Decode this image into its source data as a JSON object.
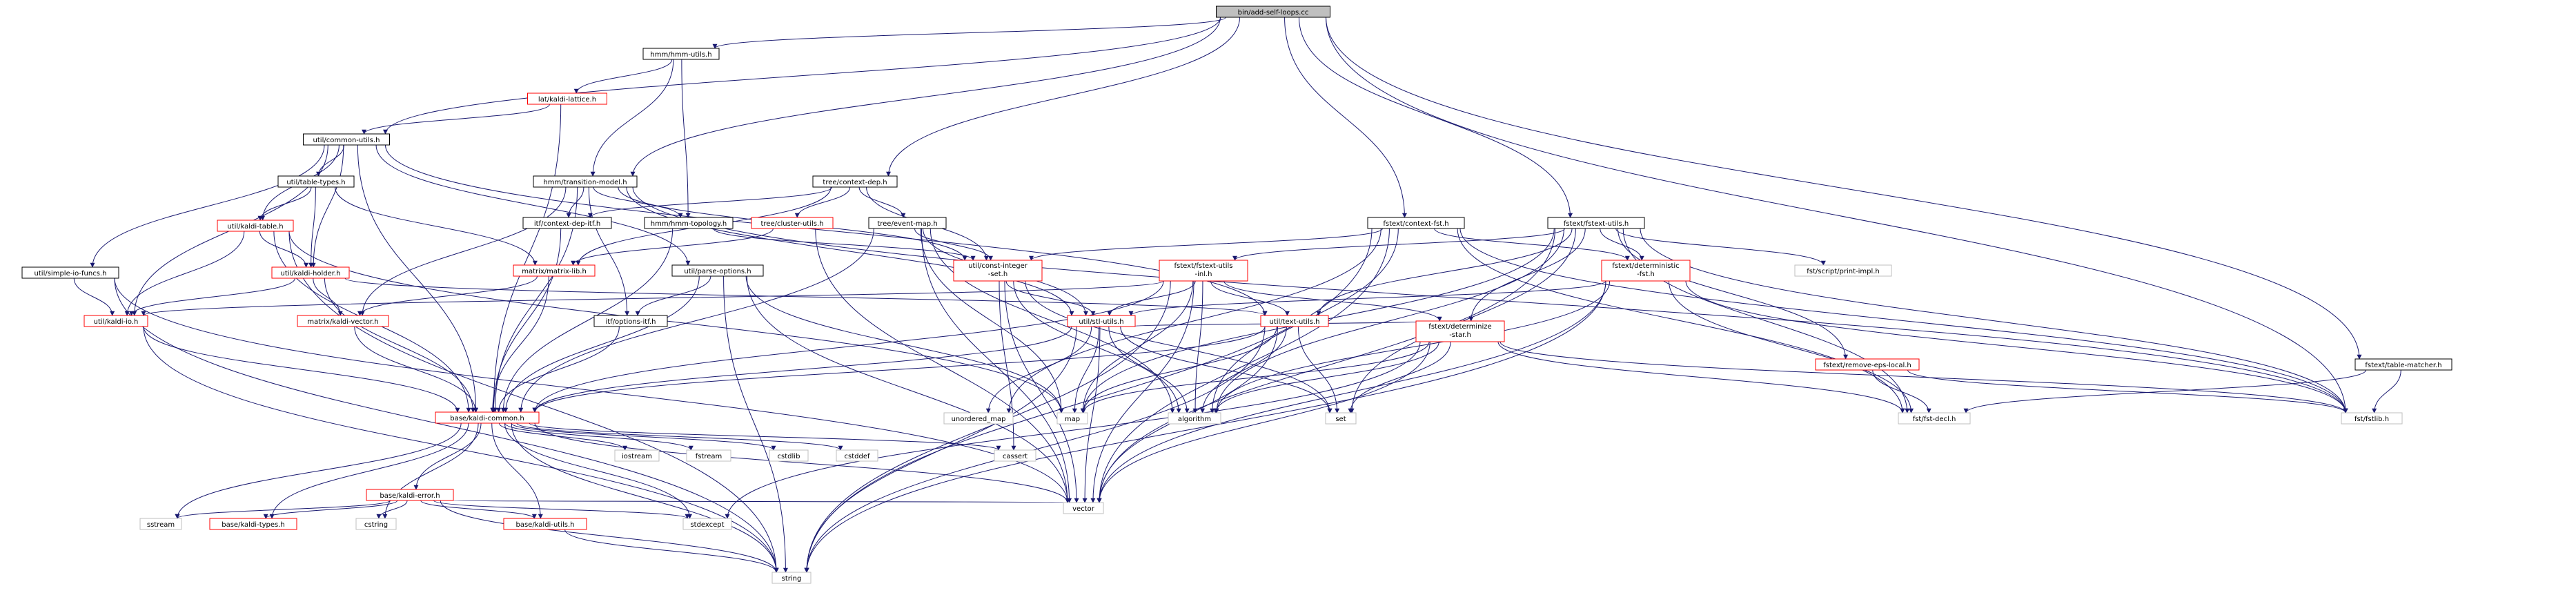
{
  "diagram": {
    "colors": {
      "background": "#ffffff",
      "edge": "#191970",
      "node_border": "#000000",
      "node_fill": "#ffffff",
      "root_fill": "#bfbfbf",
      "link_text": "#000000",
      "warn_text": "#ff0000"
    },
    "nodes": [
      {
        "id": "root",
        "label": "bin/add-self-loops.cc",
        "style": "root"
      },
      {
        "id": "hmm_utils",
        "label": "hmm/hmm-utils.h",
        "style": "normal"
      },
      {
        "id": "lat_kaldi_lattice",
        "label": "lat/kaldi-lattice.h",
        "style": "red"
      },
      {
        "id": "util_common_utils",
        "label": "util/common-utils.h",
        "style": "normal"
      },
      {
        "id": "util_table_types",
        "label": "util/table-types.h",
        "style": "normal"
      },
      {
        "id": "util_kaldi_table",
        "label": "util/kaldi-table.h",
        "style": "red"
      },
      {
        "id": "util_kaldi_holder",
        "label": "util/kaldi-holder.h",
        "style": "red"
      },
      {
        "id": "util_simple_io_funcs",
        "label": "util/simple-io-funcs.h",
        "style": "normal"
      },
      {
        "id": "util_kaldi_io",
        "label": "util/kaldi-io.h",
        "style": "red"
      },
      {
        "id": "hmm_transition_model",
        "label": "hmm/transition-model.h",
        "style": "normal"
      },
      {
        "id": "tree_context_dep",
        "label": "tree/context-dep.h",
        "style": "normal"
      },
      {
        "id": "itf_context_dep_itf",
        "label": "itf/context-dep-itf.h",
        "style": "normal"
      },
      {
        "id": "hmm_hmm_topology",
        "label": "hmm/hmm-topology.h",
        "style": "normal"
      },
      {
        "id": "tree_cluster_utils",
        "label": "tree/cluster-utils.h",
        "style": "red"
      },
      {
        "id": "tree_event_map",
        "label": "tree/event-map.h",
        "style": "normal"
      },
      {
        "id": "matrix_matrix_lib",
        "label": "matrix/matrix-lib.h",
        "style": "red"
      },
      {
        "id": "matrix_kaldi_vector",
        "label": "matrix/kaldi-vector.h",
        "style": "red"
      },
      {
        "id": "util_parse_options",
        "label": "util/parse-options.h",
        "style": "normal"
      },
      {
        "id": "itf_options_itf",
        "label": "itf/options-itf.h",
        "style": "normal"
      },
      {
        "id": "util_const_integer_set",
        "label": "util/const-integer-set.h",
        "style": "red",
        "lines": [
          "util/const-integer",
          "-set.h"
        ]
      },
      {
        "id": "fstext_context_fst",
        "label": "fstext/context-fst.h",
        "style": "normal"
      },
      {
        "id": "fstext_fstext_utils",
        "label": "fstext/fstext-utils.h",
        "style": "normal"
      },
      {
        "id": "fstext_fstext_utils_inl",
        "label": "fstext/fstext-utils-inl.h",
        "style": "red",
        "lines": [
          "fstext/fstext-utils",
          "-inl.h"
        ]
      },
      {
        "id": "util_stl_utils",
        "label": "util/stl-utils.h",
        "style": "red"
      },
      {
        "id": "util_text_utils",
        "label": "util/text-utils.h",
        "style": "red"
      },
      {
        "id": "fstext_deterministic_fst",
        "label": "fstext/deterministic-fst.h",
        "style": "red",
        "lines": [
          "fstext/deterministic",
          "-fst.h"
        ]
      },
      {
        "id": "fstext_determinize_star",
        "label": "fstext/determinize-star.h",
        "style": "red",
        "lines": [
          "fstext/determinize",
          "-star.h"
        ]
      },
      {
        "id": "fst_script_print_impl",
        "label": "fst/script/print-impl.h",
        "style": "gray"
      },
      {
        "id": "fstext_remove_eps_local",
        "label": "fstext/remove-eps-local.h",
        "style": "red"
      },
      {
        "id": "fstext_table_matcher",
        "label": "fstext/table-matcher.h",
        "style": "normal"
      },
      {
        "id": "fst_fst_decl",
        "label": "fst/fst-decl.h",
        "style": "gray"
      },
      {
        "id": "fst_fstlib",
        "label": "fst/fstlib.h",
        "style": "gray"
      },
      {
        "id": "base_kaldi_common",
        "label": "base/kaldi-common.h",
        "style": "red"
      },
      {
        "id": "unordered_map",
        "label": "unordered_map",
        "style": "gray"
      },
      {
        "id": "map",
        "label": "map",
        "style": "gray"
      },
      {
        "id": "algorithm",
        "label": "algorithm",
        "style": "gray"
      },
      {
        "id": "set",
        "label": "set",
        "style": "gray"
      },
      {
        "id": "iostream",
        "label": "iostream",
        "style": "gray"
      },
      {
        "id": "fstream",
        "label": "fstream",
        "style": "gray"
      },
      {
        "id": "base_kaldi_error",
        "label": "base/kaldi-error.h",
        "style": "red"
      },
      {
        "id": "cstdlib",
        "label": "cstdlib",
        "style": "gray"
      },
      {
        "id": "cstddef",
        "label": "cstddef",
        "style": "gray"
      },
      {
        "id": "cassert",
        "label": "cassert",
        "style": "gray"
      },
      {
        "id": "sstream",
        "label": "sstream",
        "style": "gray"
      },
      {
        "id": "base_kaldi_types",
        "label": "base/kaldi-types.h",
        "style": "red"
      },
      {
        "id": "cstring",
        "label": "cstring",
        "style": "gray"
      },
      {
        "id": "base_kaldi_utils",
        "label": "base/kaldi-utils.h",
        "style": "red"
      },
      {
        "id": "stdexcept",
        "label": "stdexcept",
        "style": "gray"
      },
      {
        "id": "vector",
        "label": "vector",
        "style": "gray"
      },
      {
        "id": "string",
        "label": "string",
        "style": "gray"
      }
    ],
    "edges": [
      [
        "root",
        "hmm_utils"
      ],
      [
        "root",
        "util_common_utils"
      ],
      [
        "root",
        "hmm_transition_model"
      ],
      [
        "root",
        "tree_context_dep"
      ],
      [
        "root",
        "fstext_context_fst"
      ],
      [
        "root",
        "fstext_fstext_utils"
      ],
      [
        "root",
        "fstext_table_matcher"
      ],
      [
        "root",
        "fst_fstlib"
      ],
      [
        "hmm_utils",
        "lat_kaldi_lattice"
      ],
      [
        "hmm_utils",
        "hmm_transition_model"
      ],
      [
        "hmm_utils",
        "hmm_hmm_topology"
      ],
      [
        "lat_kaldi_lattice",
        "util_common_utils"
      ],
      [
        "lat_kaldi_lattice",
        "base_kaldi_common"
      ],
      [
        "util_common_utils",
        "base_kaldi_common"
      ],
      [
        "util_common_utils",
        "util_parse_options"
      ],
      [
        "util_common_utils",
        "util_kaldi_io"
      ],
      [
        "util_common_utils",
        "util_simple_io_funcs"
      ],
      [
        "util_common_utils",
        "util_kaldi_holder"
      ],
      [
        "util_common_utils",
        "util_kaldi_table"
      ],
      [
        "util_common_utils",
        "util_table_types"
      ],
      [
        "util_common_utils",
        "util_text_utils"
      ],
      [
        "util_table_types",
        "util_kaldi_table"
      ],
      [
        "util_table_types",
        "util_kaldi_holder"
      ],
      [
        "util_table_types",
        "matrix_matrix_lib"
      ],
      [
        "util_kaldi_table",
        "util_kaldi_holder"
      ],
      [
        "util_kaldi_table",
        "util_kaldi_io"
      ],
      [
        "util_kaldi_table",
        "base_kaldi_common"
      ],
      [
        "util_kaldi_table",
        "string"
      ],
      [
        "util_kaldi_table",
        "map"
      ],
      [
        "util_kaldi_holder",
        "util_kaldi_io"
      ],
      [
        "util_kaldi_holder",
        "base_kaldi_common"
      ],
      [
        "util_kaldi_holder",
        "util_text_utils"
      ],
      [
        "util_kaldi_holder",
        "matrix_kaldi_vector"
      ],
      [
        "util_simple_io_funcs",
        "util_kaldi_io"
      ],
      [
        "util_simple_io_funcs",
        "string"
      ],
      [
        "util_simple_io_funcs",
        "vector"
      ],
      [
        "util_kaldi_io",
        "base_kaldi_common"
      ],
      [
        "util_kaldi_io",
        "string"
      ],
      [
        "hmm_transition_model",
        "base_kaldi_common"
      ],
      [
        "hmm_transition_model",
        "util_const_integer_set"
      ],
      [
        "hmm_transition_model",
        "fst_fstlib"
      ],
      [
        "hmm_transition_model",
        "itf_options_itf"
      ],
      [
        "hmm_transition_model",
        "itf_context_dep_itf"
      ],
      [
        "hmm_transition_model",
        "hmm_hmm_topology"
      ],
      [
        "hmm_transition_model",
        "matrix_kaldi_vector"
      ],
      [
        "hmm_transition_model",
        "util_stl_utils"
      ],
      [
        "tree_context_dep",
        "itf_context_dep_itf"
      ],
      [
        "tree_context_dep",
        "tree_event_map"
      ],
      [
        "tree_context_dep",
        "util_const_integer_set"
      ],
      [
        "tree_context_dep",
        "tree_cluster_utils"
      ],
      [
        "tree_context_dep",
        "matrix_matrix_lib"
      ],
      [
        "itf_context_dep_itf",
        "base_kaldi_common"
      ],
      [
        "hmm_hmm_topology",
        "base_kaldi_common"
      ],
      [
        "hmm_hmm_topology",
        "util_const_integer_set"
      ],
      [
        "tree_cluster_utils",
        "matrix_matrix_lib"
      ],
      [
        "tree_cluster_utils",
        "vector"
      ],
      [
        "tree_event_map",
        "base_kaldi_common"
      ],
      [
        "tree_event_map",
        "util_const_integer_set"
      ],
      [
        "tree_event_map",
        "util_stl_utils"
      ],
      [
        "tree_event_map",
        "vector"
      ],
      [
        "tree_event_map",
        "map"
      ],
      [
        "tree_event_map",
        "algorithm"
      ],
      [
        "matrix_matrix_lib",
        "matrix_kaldi_vector"
      ],
      [
        "matrix_matrix_lib",
        "base_kaldi_common"
      ],
      [
        "matrix_kaldi_vector",
        "base_kaldi_common"
      ],
      [
        "util_parse_options",
        "itf_options_itf"
      ],
      [
        "util_parse_options",
        "base_kaldi_common"
      ],
      [
        "util_parse_options",
        "map"
      ],
      [
        "util_parse_options",
        "vector"
      ],
      [
        "util_parse_options",
        "string"
      ],
      [
        "itf_options_itf",
        "base_kaldi_common"
      ],
      [
        "util_const_integer_set",
        "util_stl_utils"
      ],
      [
        "util_const_integer_set",
        "vector"
      ],
      [
        "util_const_integer_set",
        "set"
      ],
      [
        "util_const_integer_set",
        "cassert"
      ],
      [
        "util_const_integer_set",
        "algorithm"
      ],
      [
        "fstext_context_fst",
        "util_const_integer_set"
      ],
      [
        "fstext_context_fst",
        "algorithm"
      ],
      [
        "fstext_context_fst",
        "string"
      ],
      [
        "fstext_context_fst",
        "fst_fstlib"
      ],
      [
        "fstext_context_fst",
        "fstext_deterministic_fst"
      ],
      [
        "fstext_context_fst",
        "fst_fst_decl"
      ],
      [
        "fstext_context_fst",
        "unordered_map"
      ],
      [
        "fstext_context_fst",
        "vector"
      ],
      [
        "fstext_fstext_utils",
        "fstext_fstext_utils_inl"
      ],
      [
        "fstext_fstext_utils",
        "util_text_utils"
      ],
      [
        "fstext_fstext_utils",
        "fstext_determinize_star"
      ],
      [
        "fstext_fstext_utils",
        "fstext_remove_eps_local"
      ],
      [
        "fstext_fstext_utils",
        "fst_script_print_impl"
      ],
      [
        "fstext_fstext_utils",
        "fst_fstlib"
      ],
      [
        "fstext_fstext_utils",
        "fst_fst_decl"
      ],
      [
        "fstext_fstext_utils",
        "algorithm"
      ],
      [
        "fstext_fstext_utils",
        "map"
      ],
      [
        "fstext_fstext_utils",
        "set"
      ],
      [
        "fstext_fstext_utils",
        "vector"
      ],
      [
        "fstext_fstext_utils",
        "fstext_deterministic_fst"
      ],
      [
        "fstext_fstext_utils_inl",
        "base_kaldi_common"
      ],
      [
        "fstext_fstext_utils_inl",
        "util_stl_utils"
      ],
      [
        "fstext_fstext_utils_inl",
        "util_text_utils"
      ],
      [
        "fstext_fstext_utils_inl",
        "util_kaldi_io"
      ],
      [
        "fstext_fstext_utils_inl",
        "fstext_determinize_star"
      ],
      [
        "fstext_fstext_utils_inl",
        "string"
      ],
      [
        "fstext_fstext_utils_inl",
        "map"
      ],
      [
        "fstext_fstext_utils_inl",
        "algorithm"
      ],
      [
        "fstext_fstext_utils_inl",
        "vector"
      ],
      [
        "util_stl_utils",
        "unordered_map"
      ],
      [
        "util_stl_utils",
        "algorithm"
      ],
      [
        "util_stl_utils",
        "map"
      ],
      [
        "util_stl_utils",
        "set"
      ],
      [
        "util_stl_utils",
        "string"
      ],
      [
        "util_stl_utils",
        "vector"
      ],
      [
        "util_stl_utils",
        "base_kaldi_common"
      ],
      [
        "util_text_utils",
        "algorithm"
      ],
      [
        "util_text_utils",
        "map"
      ],
      [
        "util_text_utils",
        "set"
      ],
      [
        "util_text_utils",
        "string"
      ],
      [
        "util_text_utils",
        "vector"
      ],
      [
        "util_text_utils",
        "base_kaldi_common"
      ],
      [
        "fstext_deterministic_fst",
        "util_stl_utils"
      ],
      [
        "fstext_deterministic_fst",
        "fst_fstlib"
      ],
      [
        "fstext_deterministic_fst",
        "fst_fst_decl"
      ],
      [
        "fstext_deterministic_fst",
        "algorithm"
      ],
      [
        "fstext_deterministic_fst",
        "string"
      ],
      [
        "fstext_deterministic_fst",
        "vector"
      ],
      [
        "fstext_determinize_star",
        "fst_fstlib"
      ],
      [
        "fstext_determinize_star",
        "fst_fst_decl"
      ],
      [
        "fstext_determinize_star",
        "algorithm"
      ],
      [
        "fstext_determinize_star",
        "map"
      ],
      [
        "fstext_determinize_star",
        "set"
      ],
      [
        "fstext_determinize_star",
        "vector"
      ],
      [
        "fstext_determinize_star",
        "stdexcept"
      ],
      [
        "fstext_determinize_star",
        "util_stl_utils"
      ],
      [
        "fstext_remove_eps_local",
        "fst_fstlib"
      ],
      [
        "fstext_remove_eps_local",
        "fst_fst_decl"
      ],
      [
        "fstext_table_matcher",
        "fst_fstlib"
      ],
      [
        "fstext_table_matcher",
        "fst_fst_decl"
      ],
      [
        "base_kaldi_common",
        "iostream"
      ],
      [
        "base_kaldi_common",
        "fstream"
      ],
      [
        "base_kaldi_common",
        "base_kaldi_error"
      ],
      [
        "base_kaldi_common",
        "cstdlib"
      ],
      [
        "base_kaldi_common",
        "cstddef"
      ],
      [
        "base_kaldi_common",
        "cassert"
      ],
      [
        "base_kaldi_common",
        "sstream"
      ],
      [
        "base_kaldi_common",
        "base_kaldi_types"
      ],
      [
        "base_kaldi_common",
        "cstring"
      ],
      [
        "base_kaldi_common",
        "base_kaldi_utils"
      ],
      [
        "base_kaldi_common",
        "stdexcept"
      ],
      [
        "base_kaldi_common",
        "vector"
      ],
      [
        "base_kaldi_common",
        "string"
      ],
      [
        "base_kaldi_error",
        "base_kaldi_types"
      ],
      [
        "base_kaldi_error",
        "base_kaldi_utils"
      ],
      [
        "base_kaldi_error",
        "sstream"
      ],
      [
        "base_kaldi_error",
        "cstring"
      ],
      [
        "base_kaldi_error",
        "stdexcept"
      ],
      [
        "base_kaldi_error",
        "vector"
      ],
      [
        "base_kaldi_error",
        "string"
      ],
      [
        "base_kaldi_utils",
        "string"
      ]
    ]
  }
}
